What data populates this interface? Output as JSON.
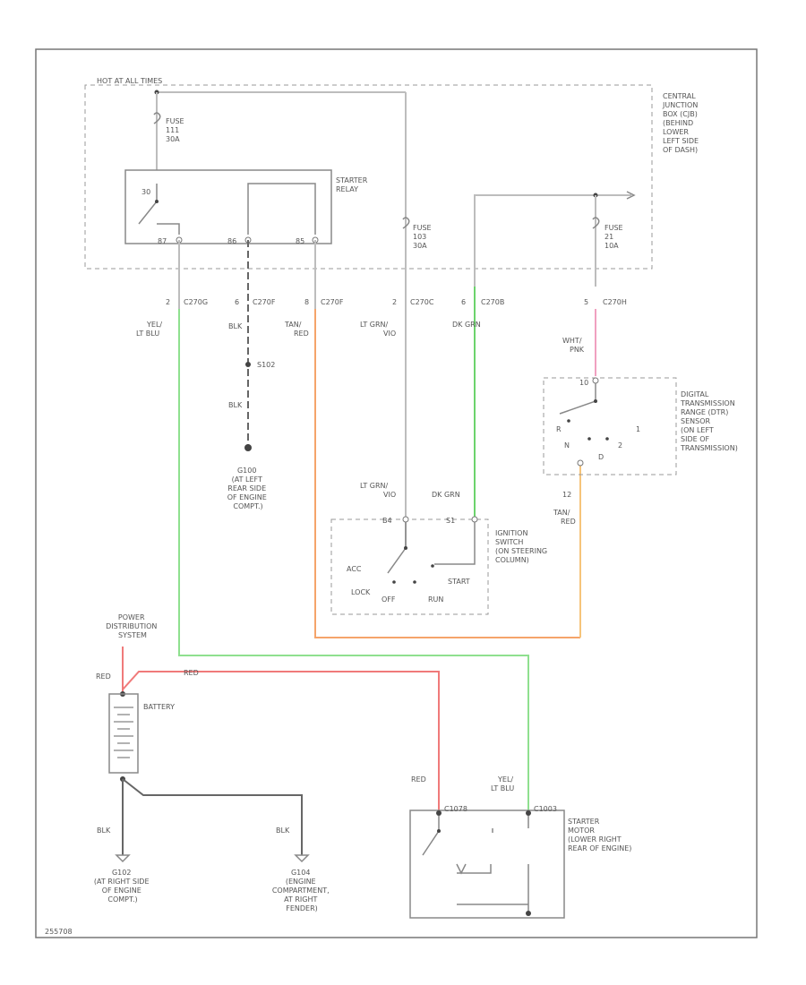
{
  "colors": {
    "gray": "#bdbdbd",
    "black": "#666666",
    "green": "#8fe08f",
    "orange": "#f5a46a",
    "dk_green": "#6cd36c",
    "pink": "#f0a0c0",
    "red": "#f07a7a",
    "yellow_orange": "#f6c47a"
  },
  "labels": {
    "hot_at_all_times": "HOT AT ALL TIMES",
    "cjb": [
      "CENTRAL",
      "JUNCTION",
      "BOX (CJB)",
      "(BEHIND",
      "LOWER",
      "LEFT SIDE",
      "OF DASH)"
    ],
    "fuse_top": [
      "FUSE",
      "111",
      "30A"
    ],
    "starter_relay": [
      "STARTER",
      "RELAY"
    ],
    "relay_pin_30": "30",
    "relay_pin_87": "87",
    "relay_pin_86": "86",
    "relay_pin_85": "85",
    "fuse_mid": [
      "FUSE",
      "103",
      "30A"
    ],
    "fuse_right": [
      "FUSE",
      "21",
      "10A"
    ],
    "c270g": "C270G",
    "c270f_a": "C270F",
    "c270f_b": "C270F",
    "c270c": "C270C",
    "c270b": "C270B",
    "c270h": "C270H",
    "pin_2a": "2",
    "pin_6a": "6",
    "pin_8a": "8",
    "pin_2b": "2",
    "pin_6b": "6",
    "pin_5a": "5",
    "wire_yel_lt_blu": [
      "YEL/",
      "LT BLU"
    ],
    "wire_blk_1": "BLK",
    "wire_tan_red": [
      "TAN/",
      "RED"
    ],
    "wire_lt_grn_vio": [
      "LT GRN/",
      "VIO"
    ],
    "wire_dk_grn": "DK GRN",
    "wire_wht_pnk": [
      "WHT/",
      "PNK"
    ],
    "s102": "S102",
    "wire_blk_2": "BLK",
    "g100": [
      "G100",
      "(AT LEFT",
      "REAR SIDE",
      "OF ENGINE",
      "COMPT.)"
    ],
    "dtr_sensor": [
      "DIGITAL",
      "TRANSMISSION",
      "RANGE (DTR)",
      "SENSOR",
      "(ON LEFT",
      "SIDE OF",
      "TRANSMISSION)"
    ],
    "dtr_pin_10": "10",
    "dtr_pin_12": "12",
    "dtr_r": "R",
    "dtr_n": "N",
    "dtr_d": "D",
    "dtr_2": "2",
    "dtr_1": "1",
    "wire_lt_grn_vio_2": [
      "LT GRN/",
      "VIO"
    ],
    "wire_dk_grn_2": "DK GRN",
    "wire_tan_red_2": [
      "TAN/",
      "RED"
    ],
    "ign_pin_b4": "B4",
    "ign_pin_s1": "S1",
    "ignition_switch": [
      "IGNITION",
      "SWITCH",
      "(ON STEERING",
      "COLUMN)"
    ],
    "ign_acc": "ACC",
    "ign_lock": "LOCK",
    "ign_off": "OFF",
    "ign_start": "START",
    "ign_run": "RUN",
    "power_dist": [
      "POWER",
      "DISTRIBUTION",
      "SYSTEM"
    ],
    "wire_red_1": "RED",
    "wire_red_2": "RED",
    "battery": "BATTERY",
    "wire_red_3": "RED",
    "wire_yel_lt_blu_2": [
      "YEL/",
      "LT BLU"
    ],
    "c1078": "C1078",
    "c1003": "C1003",
    "starter_motor": [
      "STARTER",
      "MOTOR",
      "(LOWER RIGHT",
      "REAR OF ENGINE)"
    ],
    "wire_blk_3": "BLK",
    "wire_blk_4": "BLK",
    "g102": [
      "G102",
      "(AT RIGHT SIDE",
      "OF ENGINE",
      "COMPT.)"
    ],
    "g104": [
      "G104",
      "(ENGINE",
      "COMPARTMENT,",
      "AT RIGHT",
      "FENDER)"
    ],
    "footer_code": "255708"
  }
}
